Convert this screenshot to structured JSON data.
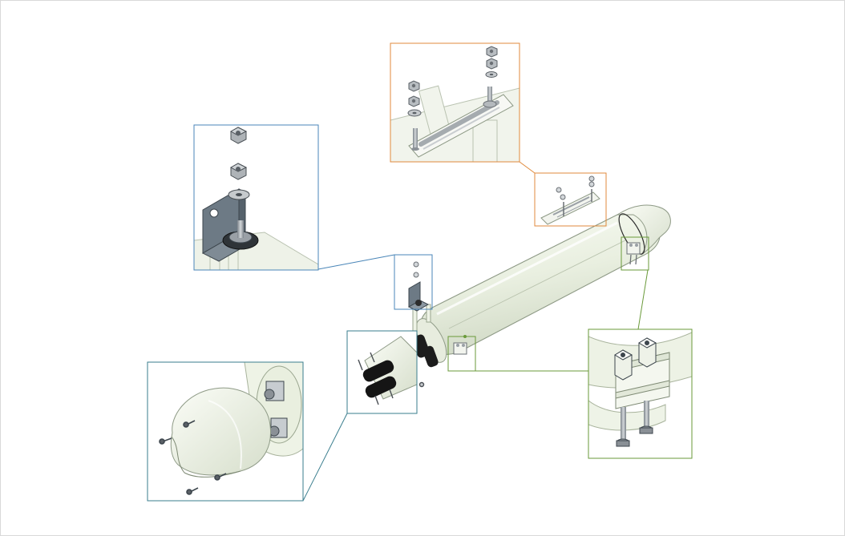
{
  "figure": {
    "kind": "exploded assembly illustration",
    "colors": {
      "background": "#ffffff",
      "frame": "#d9d9d9",
      "callout_orange": "#e08a3c",
      "callout_green": "#6a9a3a",
      "callout_blue": "#4a86b8",
      "callout_teal": "#3a7e8e",
      "body": "#eef3e6",
      "body_edge": "#8e9a86",
      "metal": "#9aa0a6",
      "bracket": "#6d7a85",
      "black_part": "#1c1c1c"
    },
    "callouts": [
      {
        "id": "top-slotted-plate-detail",
        "color": "callout_orange"
      },
      {
        "id": "left-angle-bracket-detail",
        "color": "callout_blue"
      },
      {
        "id": "right-clamp-bolts-detail",
        "color": "callout_green"
      },
      {
        "id": "bottom-end-cap-screws-detail",
        "color": "callout_teal"
      }
    ],
    "icons": [
      "hex-nut-icon",
      "washer-icon",
      "bolt-icon",
      "screw-icon",
      "angle-bracket-icon",
      "clamp-icon",
      "end-cap-icon"
    ]
  }
}
